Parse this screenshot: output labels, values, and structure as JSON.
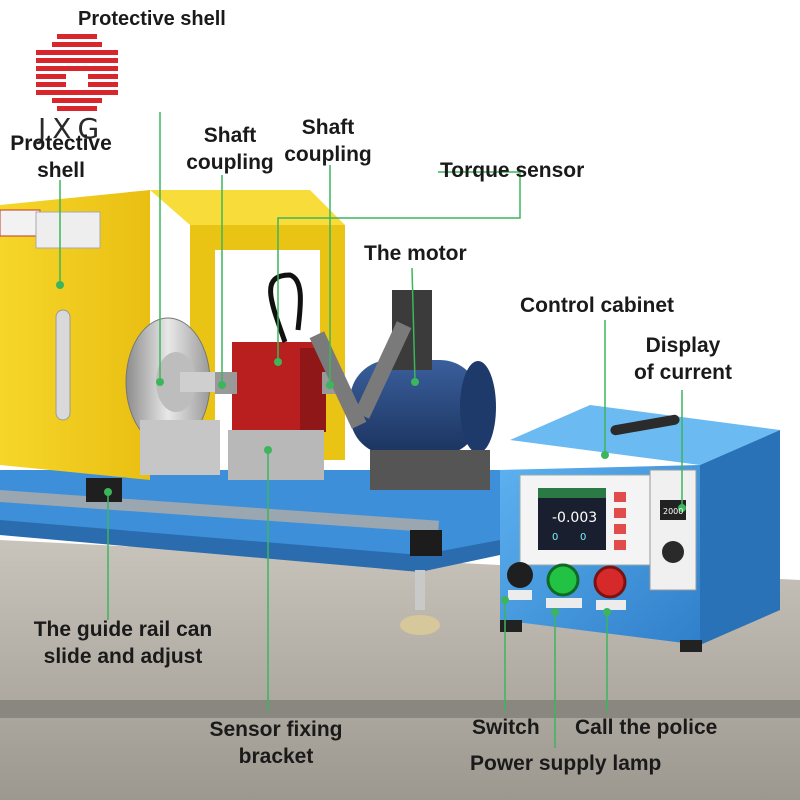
{
  "logo": {
    "text": "JXG",
    "color": "#d8262c"
  },
  "labels": {
    "protective_shell_top": "Protective shell",
    "protective_shell_left_1": "Protective",
    "protective_shell_left_2": "shell",
    "shaft_coupling_1_a": "Shaft",
    "shaft_coupling_1_b": "coupling",
    "shaft_coupling_2_a": "Shaft",
    "shaft_coupling_2_b": "coupling",
    "torque_sensor": "Torque sensor",
    "the_motor": "The motor",
    "control_cabinet": "Control cabinet",
    "display_of_current_1": "Display",
    "display_of_current_2": "of current",
    "guide_rail_1": "The guide rail can",
    "guide_rail_2": "slide and adjust",
    "sensor_bracket_1": "Sensor fixing",
    "sensor_bracket_2": "bracket",
    "switch": "Switch",
    "call_police": "Call the police",
    "power_lamp": "Power supply lamp"
  },
  "panel": {
    "readout": "-0.003",
    "readout2": "0",
    "readout3": "0",
    "screen_small": "2000"
  },
  "colors": {
    "shell_yellow": "#f4d21c",
    "base_blue": "#3d8fd9",
    "cabinet_blue": "#4aa0e6",
    "sensor_red": "#b8201f",
    "motor_blue": "#23437a",
    "leader_green": "#2fb05a"
  }
}
